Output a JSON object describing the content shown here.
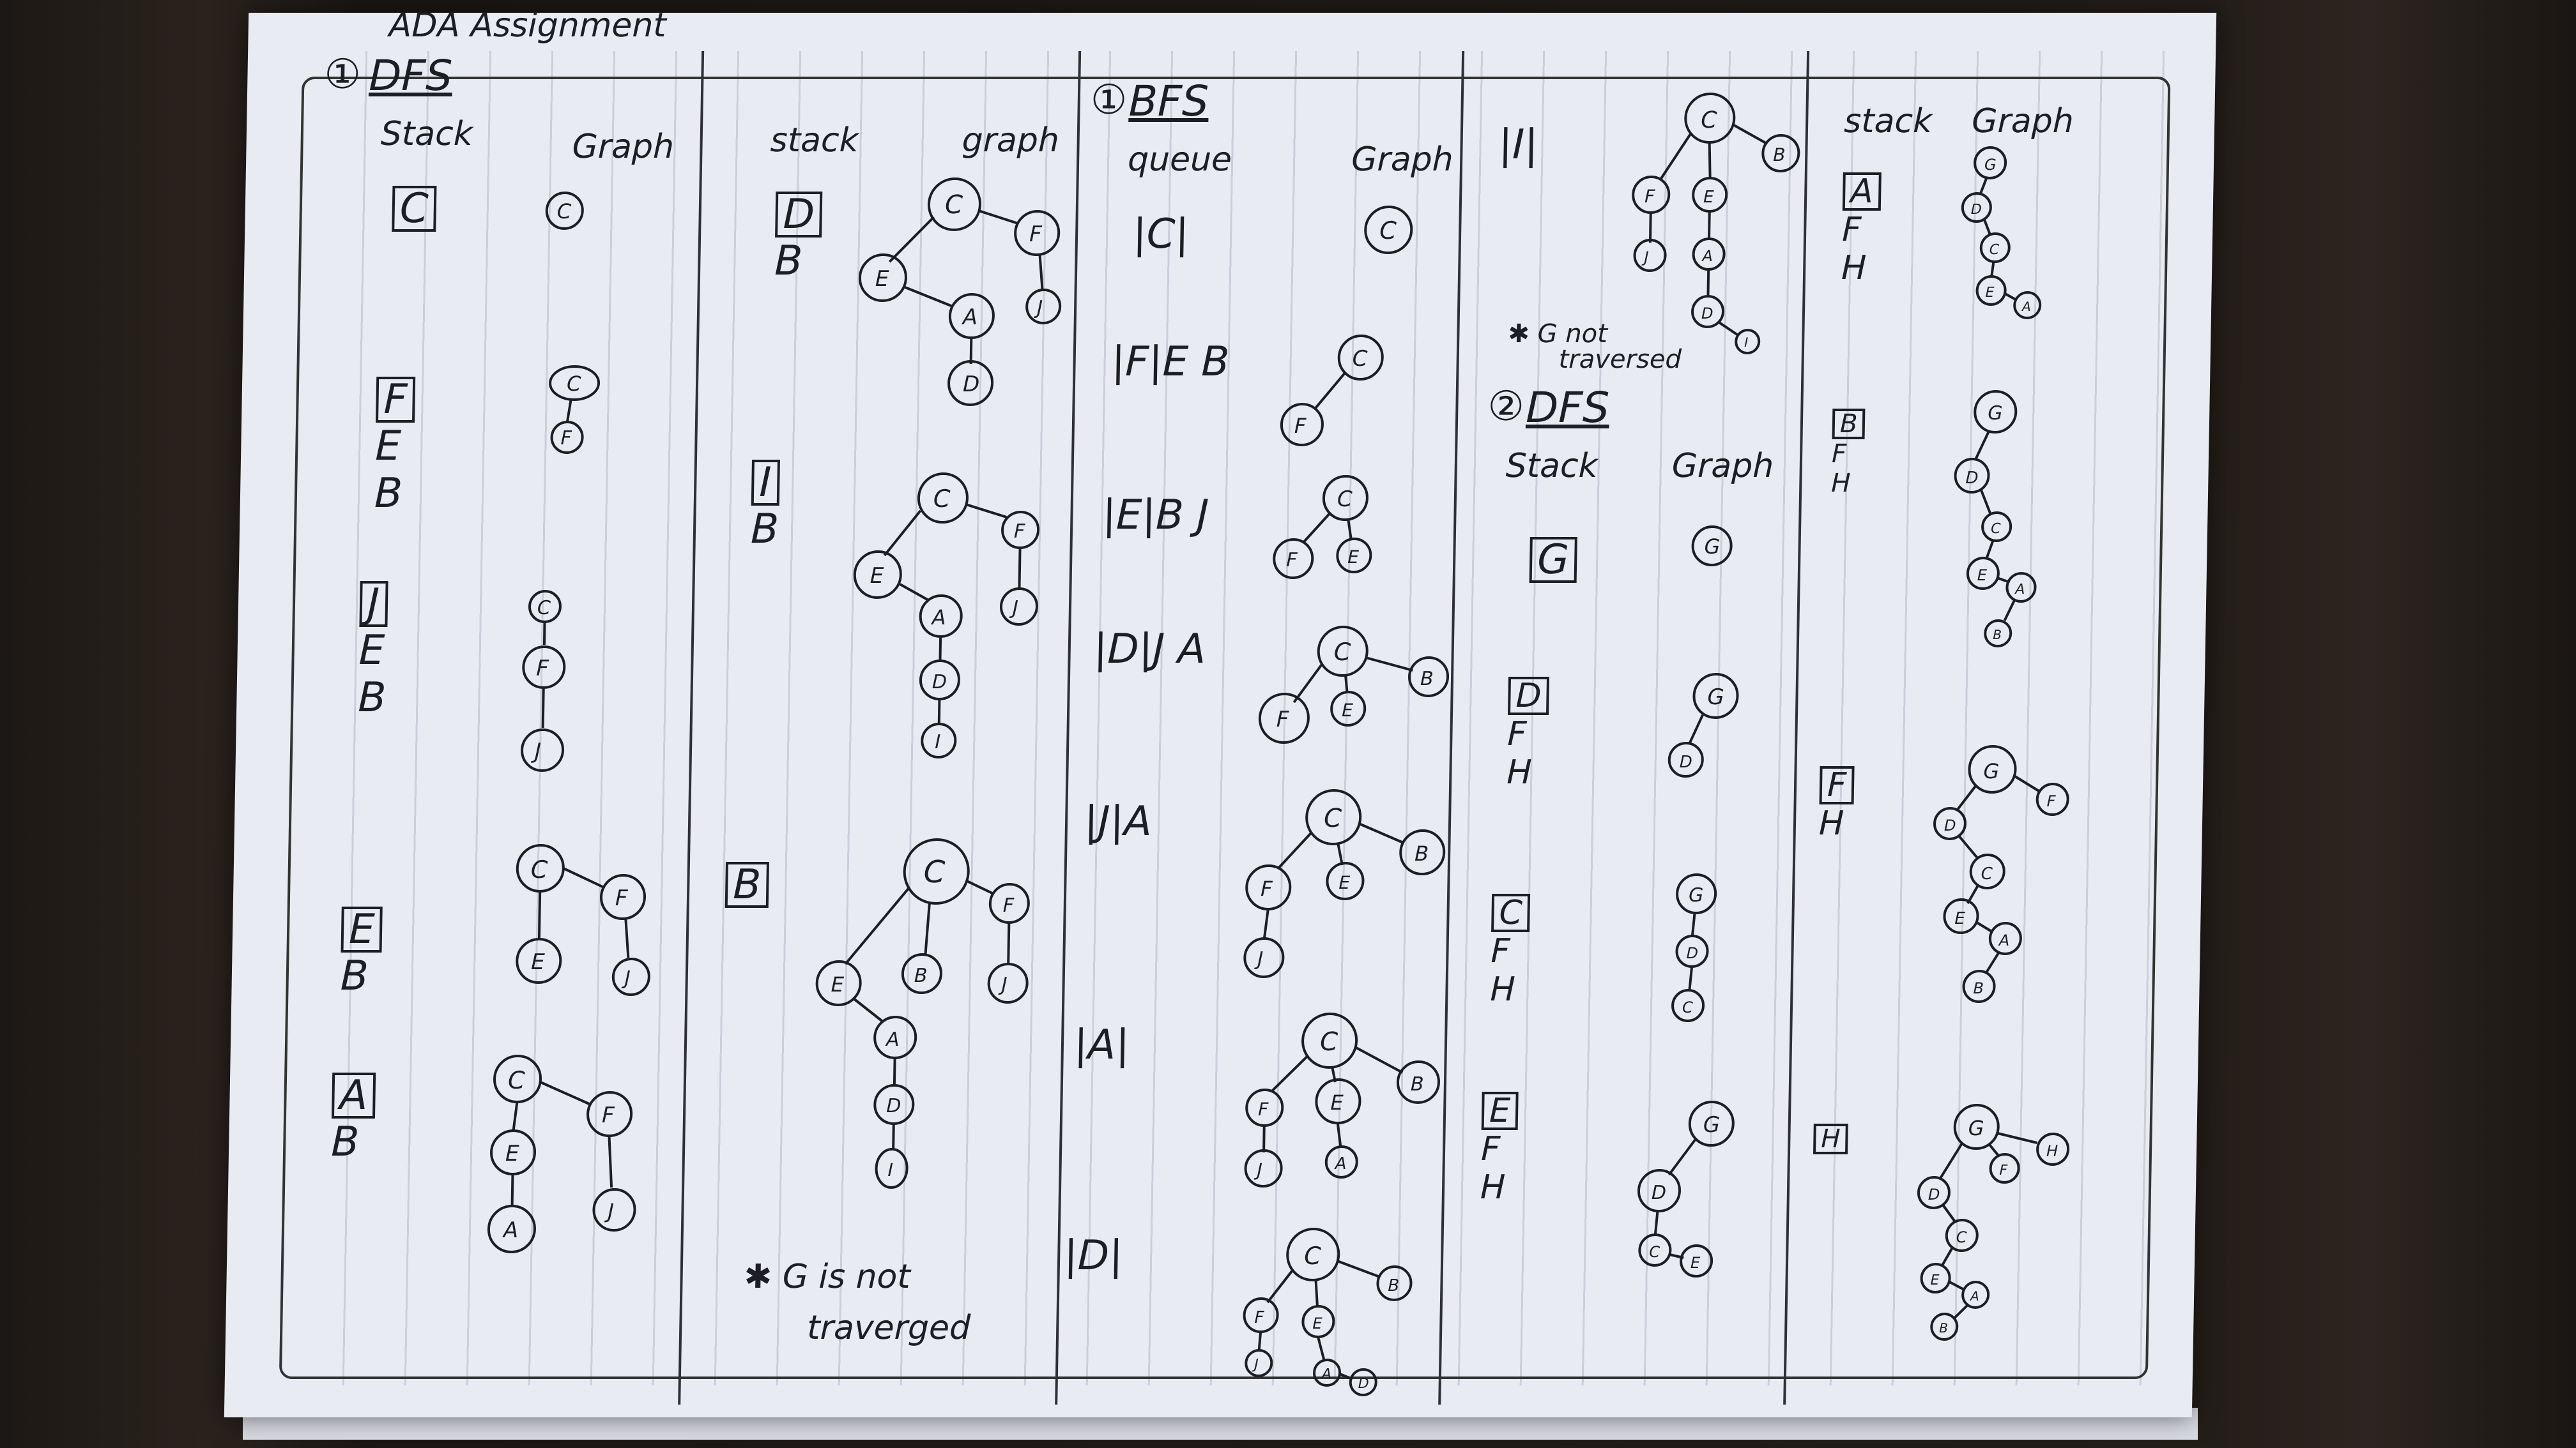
{
  "header": "ADA Assignment",
  "sections": {
    "dfs1": {
      "number": "①",
      "title": "DFS",
      "stack_header": "Stack",
      "graph_header": "Graph",
      "steps": [
        {
          "stack": [
            "C"
          ]
        },
        {
          "stack": [
            "F",
            "E",
            "B"
          ]
        },
        {
          "stack": [
            "J",
            "E",
            "B"
          ]
        },
        {
          "stack": [
            "E",
            "B"
          ]
        },
        {
          "stack": [
            "A",
            "B"
          ]
        }
      ]
    },
    "dfs1_cont": {
      "stack_header": "stack",
      "graph_header": "graph",
      "steps": [
        {
          "stack": [
            "D",
            "B"
          ]
        },
        {
          "stack": [
            "I",
            "B"
          ]
        },
        {
          "stack": [
            "B"
          ]
        }
      ],
      "note_line1": "✱ G is not",
      "note_line2": "traverged"
    },
    "bfs": {
      "number": "①",
      "title": "BFS",
      "queue_header": "queue",
      "graph_header": "Graph",
      "queues": [
        "|C|",
        "|F|E B",
        "|E|B J",
        "|D|J A",
        "|J|A",
        "|A|",
        "|D|"
      ]
    },
    "bfs_cont": {
      "queue": "|I|",
      "note_line1": "✱ G not",
      "note_line2": "traversed"
    },
    "dfs2": {
      "number": "②",
      "title": "DFS",
      "stack_header": "Stack",
      "graph_header": "Graph",
      "steps": [
        {
          "stack": [
            "G"
          ]
        },
        {
          "stack": [
            "D",
            "F",
            "H"
          ]
        },
        {
          "stack": [
            "C",
            "F",
            "H"
          ]
        },
        {
          "stack": [
            "E",
            "F",
            "H"
          ]
        }
      ]
    },
    "dfs2_cont": {
      "stack_header": "stack",
      "graph_header": "Graph",
      "steps": [
        {
          "stack": [
            "A",
            "F",
            "H"
          ]
        },
        {
          "stack": [
            "B",
            "F",
            "H"
          ]
        },
        {
          "stack": [
            "F",
            "H"
          ]
        },
        {
          "stack": [
            "H"
          ]
        }
      ]
    }
  }
}
